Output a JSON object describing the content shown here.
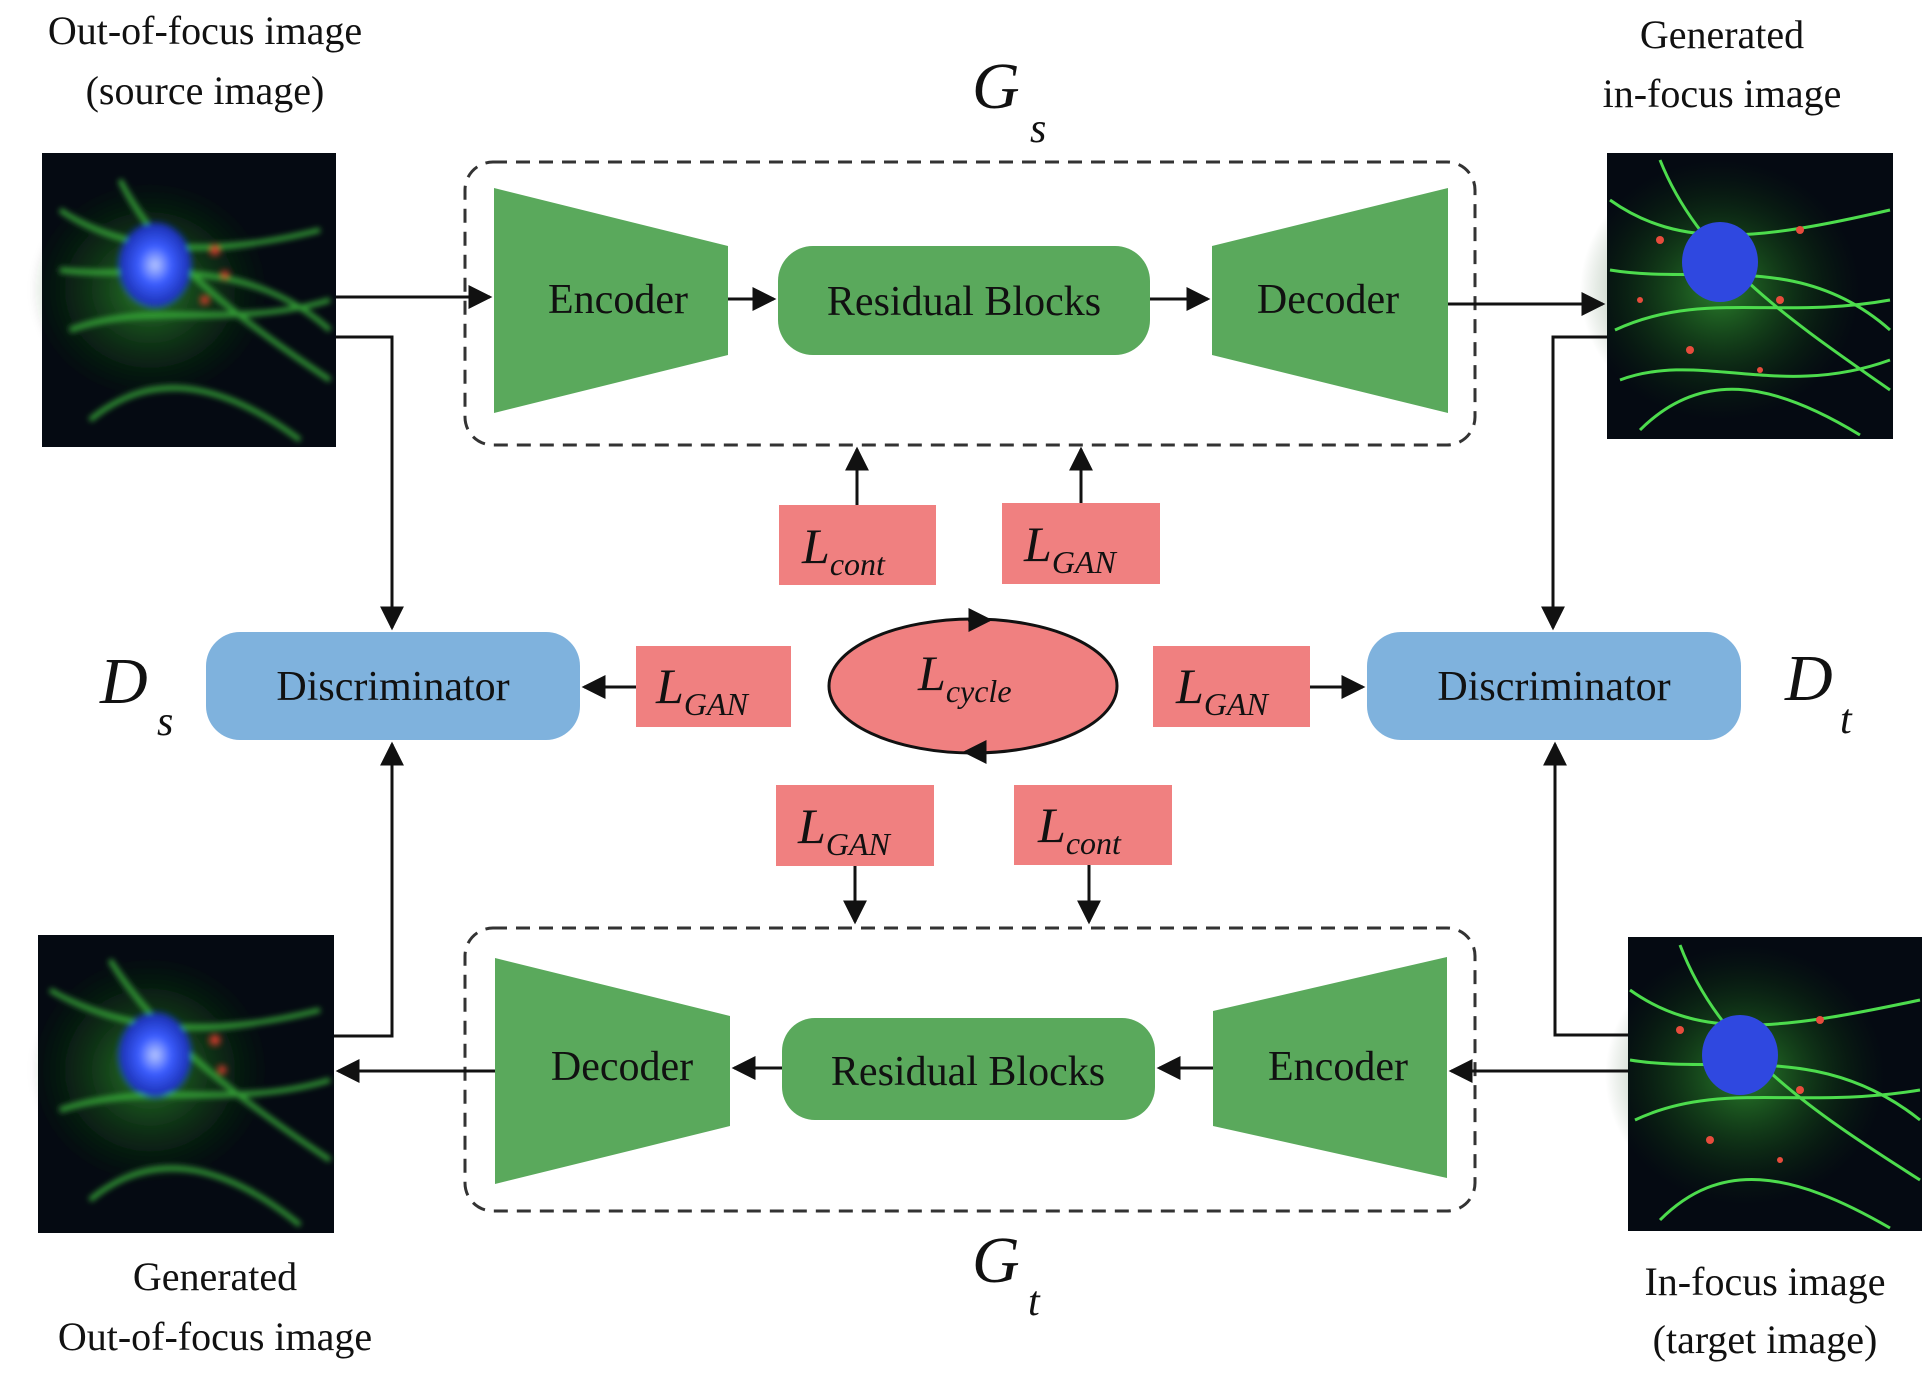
{
  "images": {
    "source": {
      "caption_line1": "Out-of-focus image",
      "caption_line2": "(source image)"
    },
    "generated_in_focus": {
      "caption_line1": "Generated",
      "caption_line2": "in-focus image"
    },
    "generated_out_of_focus": {
      "caption_line1": "Generated",
      "caption_line2": "Out-of-focus image"
    },
    "target": {
      "caption_line1": "In-focus image",
      "caption_line2": "(target image)"
    }
  },
  "generators": {
    "top": {
      "symbol": "G",
      "subscript": "s",
      "encoder": "Encoder",
      "residual": "Residual Blocks",
      "decoder": "Decoder"
    },
    "bottom": {
      "symbol": "G",
      "subscript": "t",
      "encoder": "Encoder",
      "residual": "Residual Blocks",
      "decoder": "Decoder"
    }
  },
  "discriminators": {
    "left": {
      "label": "Discriminator",
      "symbol": "D",
      "subscript": "s"
    },
    "right": {
      "label": "Discriminator",
      "symbol": "D",
      "subscript": "t"
    }
  },
  "losses": {
    "top_cont": {
      "main": "L",
      "sub": "cont"
    },
    "top_gan": {
      "main": "L",
      "sub": "GAN"
    },
    "left_gan": {
      "main": "L",
      "sub": "GAN"
    },
    "cycle": {
      "main": "L",
      "sub": "cycle"
    },
    "right_gan": {
      "main": "L",
      "sub": "GAN"
    },
    "bottom_gan": {
      "main": "L",
      "sub": "GAN"
    },
    "bottom_cont": {
      "main": "L",
      "sub": "cont"
    }
  },
  "colors": {
    "generator_green": "#5aa95c",
    "discriminator_blue": "#7fb2dd",
    "loss_red": "#f08080",
    "image_bg": "#050a12"
  }
}
